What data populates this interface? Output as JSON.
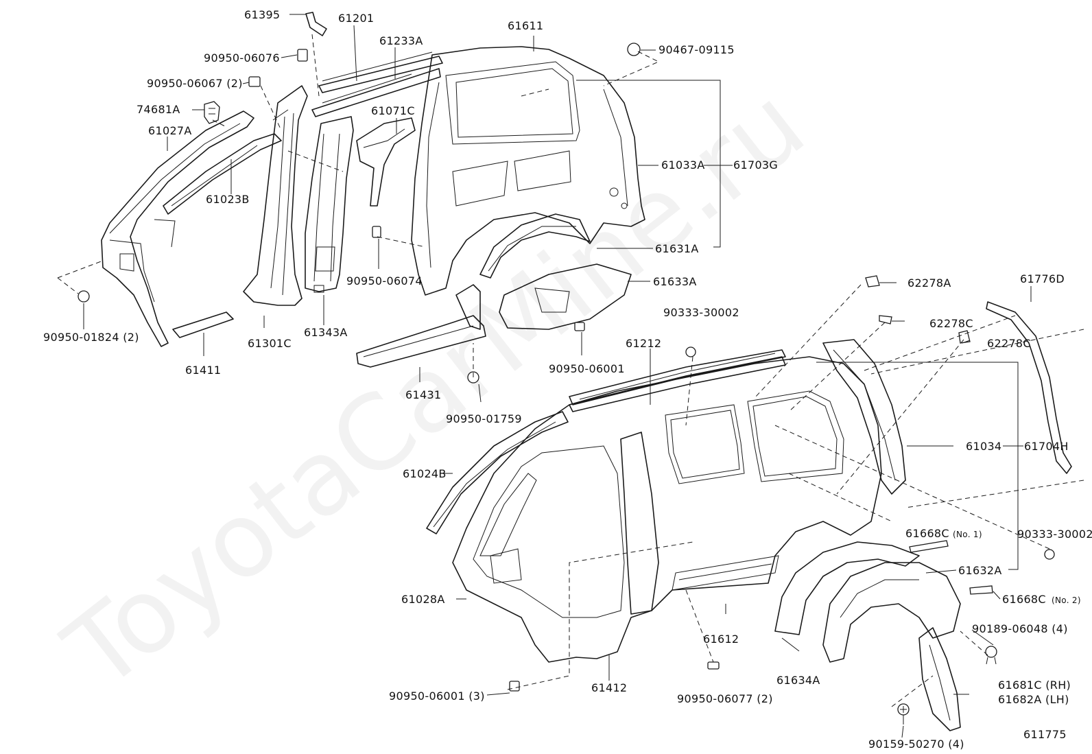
{
  "watermark": "ToyotaCarMine.ru",
  "diagram_id": "611775",
  "labels": {
    "p61395": "61395",
    "p61201": "61201",
    "p61611": "61611",
    "p61233A": "61233A",
    "p90950_06076": "90950-06076",
    "p90467_09115": "90467-09115",
    "p90950_06067": "90950-06067 (2)",
    "p74681A": "74681A",
    "p61071C": "61071C",
    "p61027A": "61027A",
    "p61023B": "61023B",
    "p61033A": "61033A",
    "p61703G": "61703G",
    "p61631A": "61631A",
    "p90950_06074": "90950-06074",
    "p61633A": "61633A",
    "p90950_01824": "90950-01824 (2)",
    "p61343A": "61343A",
    "p61301C": "61301C",
    "p61411": "61411",
    "p62278A": "62278A",
    "p61776D": "61776D",
    "p90333_30002_top": "90333-30002",
    "p62278C_1": "62278C",
    "p62278C_2": "62278C",
    "p61212": "61212",
    "p90950_06001": "90950-06001",
    "p61431": "61431",
    "p90950_01759": "90950-01759",
    "p61034": "61034",
    "p61704H": "61704H",
    "p61024B": "61024B",
    "p61668C_1": "61668C",
    "p61668C_1_note": "(No. 1)",
    "p90333_30002_right": "90333-30002",
    "p61632A": "61632A",
    "p61668C_2": "61668C",
    "p61668C_2_note": "(No. 2)",
    "p61028A": "61028A",
    "p61612": "61612",
    "p90189_06048": "90189-06048 (4)",
    "p61634A": "61634A",
    "p61681C": "61681C (RH)",
    "p61682A": "61682A (LH)",
    "p61412": "61412",
    "p90950_06001_3": "90950-06001 (3)",
    "p90950_06077": "90950-06077 (2)",
    "p90159_50270": "90159-50270 (4)"
  }
}
